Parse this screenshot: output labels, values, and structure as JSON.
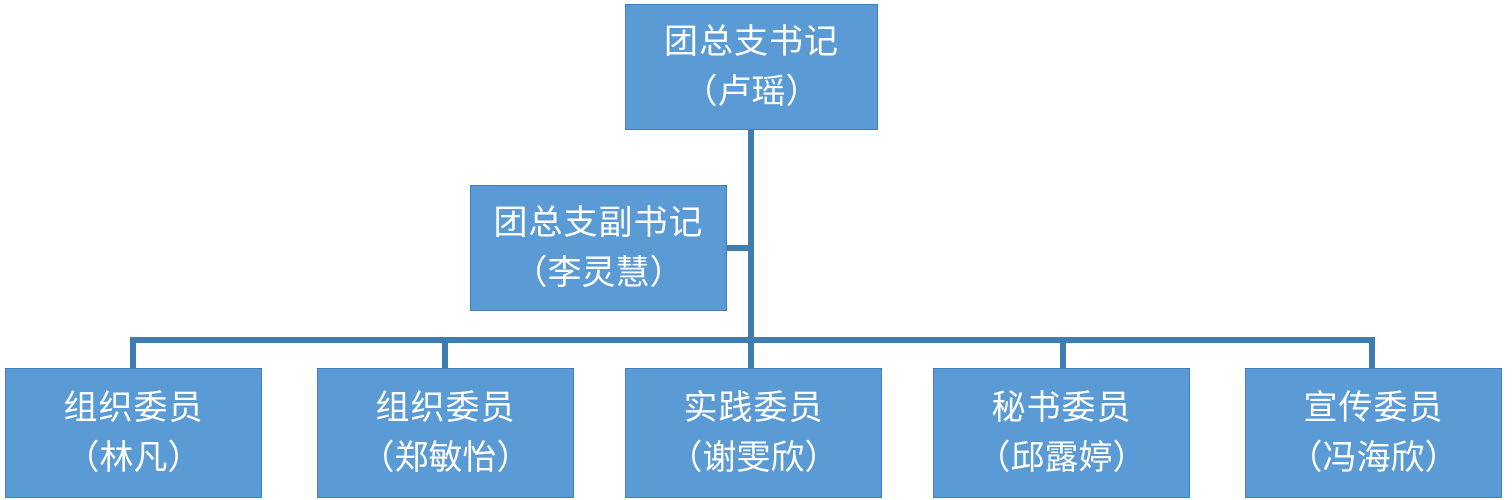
{
  "chart_data": {
    "type": "diagram",
    "title": "",
    "diagram_kind": "organizational-chart",
    "colors": {
      "node_fill": "#5B9BD5",
      "node_border": "#4281b8",
      "node_text": "#FFFFFF",
      "connector": "#3F7CB0",
      "background": "#FFFFFF"
    },
    "levels": [
      {
        "level": 1,
        "nodes": [
          {
            "title": "团总支书记",
            "person": "（卢瑶）"
          }
        ]
      },
      {
        "level": 2,
        "nodes": [
          {
            "title": "团总支副书记",
            "person": "（李灵慧）"
          }
        ]
      },
      {
        "level": 3,
        "nodes": [
          {
            "title": "组织委员",
            "person": "（林凡）"
          },
          {
            "title": "组织委员",
            "person": "（郑敏怡）"
          },
          {
            "title": "实践委员",
            "person": "（谢雯欣）"
          },
          {
            "title": "秘书委员",
            "person": "（邱露婷）"
          },
          {
            "title": "宣传委员",
            "person": "（冯海欣）"
          }
        ]
      }
    ],
    "edges": [
      {
        "from": "团总支书记",
        "to": "团总支副书记"
      },
      {
        "from": "团总支书记",
        "to": "组织委员（林凡）"
      },
      {
        "from": "团总支书记",
        "to": "组织委员（郑敏怡）"
      },
      {
        "from": "团总支书记",
        "to": "实践委员（谢雯欣）"
      },
      {
        "from": "团总支书记",
        "to": "秘书委员（邱露婷）"
      },
      {
        "from": "团总支书记",
        "to": "宣传委员（冯海欣）"
      }
    ]
  },
  "top": {
    "title": "团总支书记",
    "person": "（卢瑶）"
  },
  "deputy": {
    "title": "团总支副书记",
    "person": "（李灵慧）"
  },
  "members": [
    {
      "title": "组织委员",
      "person": "（林凡）"
    },
    {
      "title": "组织委员",
      "person": "（郑敏怡）"
    },
    {
      "title": "实践委员",
      "person": "（谢雯欣）"
    },
    {
      "title": "秘书委员",
      "person": "（邱露婷）"
    },
    {
      "title": "宣传委员",
      "person": "（冯海欣）"
    }
  ]
}
